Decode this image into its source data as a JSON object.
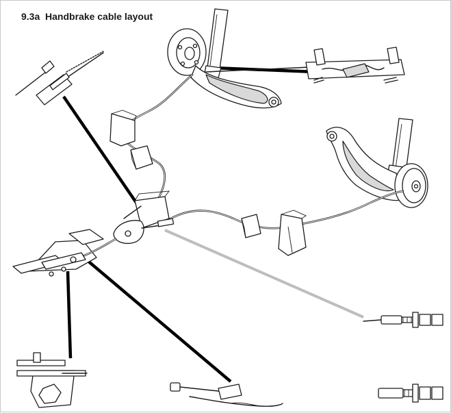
{
  "figure": {
    "caption": "9.3a  Handbrake cable layout"
  },
  "colors": {
    "line": "#1b1b1b",
    "pointer_black": "#000000",
    "pointer_grey": "#bdbdbd",
    "background": "#ffffff"
  },
  "parts": [
    "left-rear-strut",
    "left-trailing-arm",
    "left-brake-drum",
    "right-rear-strut",
    "right-trailing-arm",
    "right-brake-drum",
    "cable-guide-brackets",
    "equaliser-bracket",
    "handbrake-lever",
    "rear-cables",
    "primary-cable"
  ],
  "details": [
    "cable-end-fitting-detail",
    "drum-cable-clip-detail",
    "lever-mount-detail",
    "adjuster-detail",
    "cable-end-clip-detail",
    "threaded-adjuster-detail-upper",
    "threaded-adjuster-detail-lower"
  ]
}
